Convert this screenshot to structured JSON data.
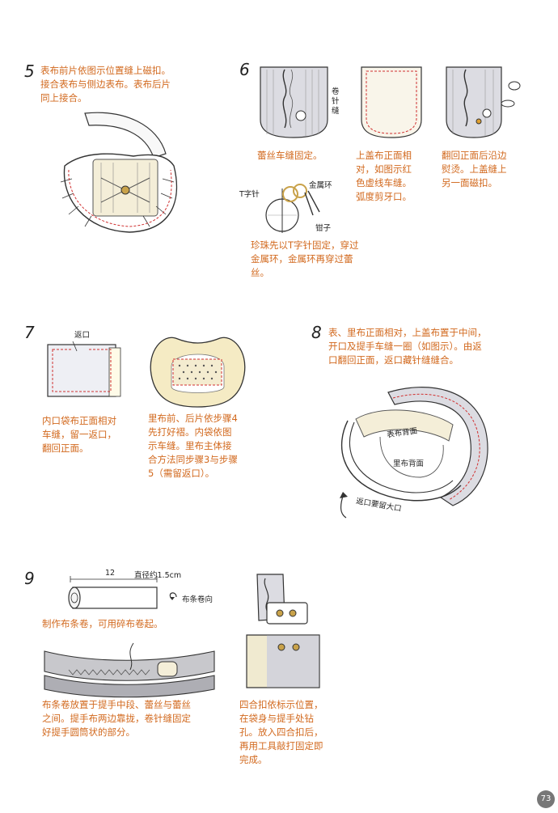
{
  "step5": {
    "number": "5",
    "text": "表布前片依图示位置缝上磁扣。\n接合表布与侧边表布。表布后片\n同上接合。"
  },
  "step6": {
    "number": "6",
    "label_roll_stitch": "卷\n针\n缝",
    "caption_a": "蕾丝车缝固定。",
    "caption_b": "上盖布正面相\n对，如图示红\n色虚线车缝。\n弧度剪牙口。",
    "caption_c": "翻回正面后沿边\n熨烫。上盖缝上\n另一面磁扣。",
    "label_t_pin": "T字针",
    "label_metal_ring": "金属环",
    "label_pliers": "钳子",
    "caption_pearl": "珍珠先以T字针固定，穿过\n金属环，金属环再穿过蕾\n丝。"
  },
  "step7": {
    "number": "7",
    "label_opening": "返口",
    "caption_a": "内口袋布正面相对\n车缝，留一返口，\n翻回正面。",
    "caption_b": "里布前、后片依步骤4\n先打好褶。内袋依图\n示车缝。里布主体接\n合方法同步骤3与步骤\n5（需留返口）。"
  },
  "step8": {
    "number": "8",
    "text": "表、里布正面相对，上盖布置于中间，\n开口及提手车缝一圈（如图示）。由返\n口翻回正面，返口藏针缝缝合。",
    "label_outer": "表布背面",
    "label_lining": "里布背面",
    "label_opening": "返口要留大口"
  },
  "step9": {
    "number": "9",
    "label_length": "12",
    "label_diameter": "直径约1.5cm",
    "label_roll_dir": "布条卷向",
    "caption_roll": "制作布条卷，可用碎布卷起。",
    "caption_handle": "布条卷放置于提手中段、蕾丝与蕾丝\n之间。提手布两边靠拢，卷针缝固定\n好提手圆筒状的部分。",
    "caption_snap": "四合扣依标示位置，\n在袋身与提手处钻\n孔。放入四合扣后，\n再用工具敲打固定即\n完成。"
  },
  "page_number": "73",
  "colors": {
    "text": "#d2691e",
    "seam": "#d03030",
    "ink": "#333333"
  }
}
